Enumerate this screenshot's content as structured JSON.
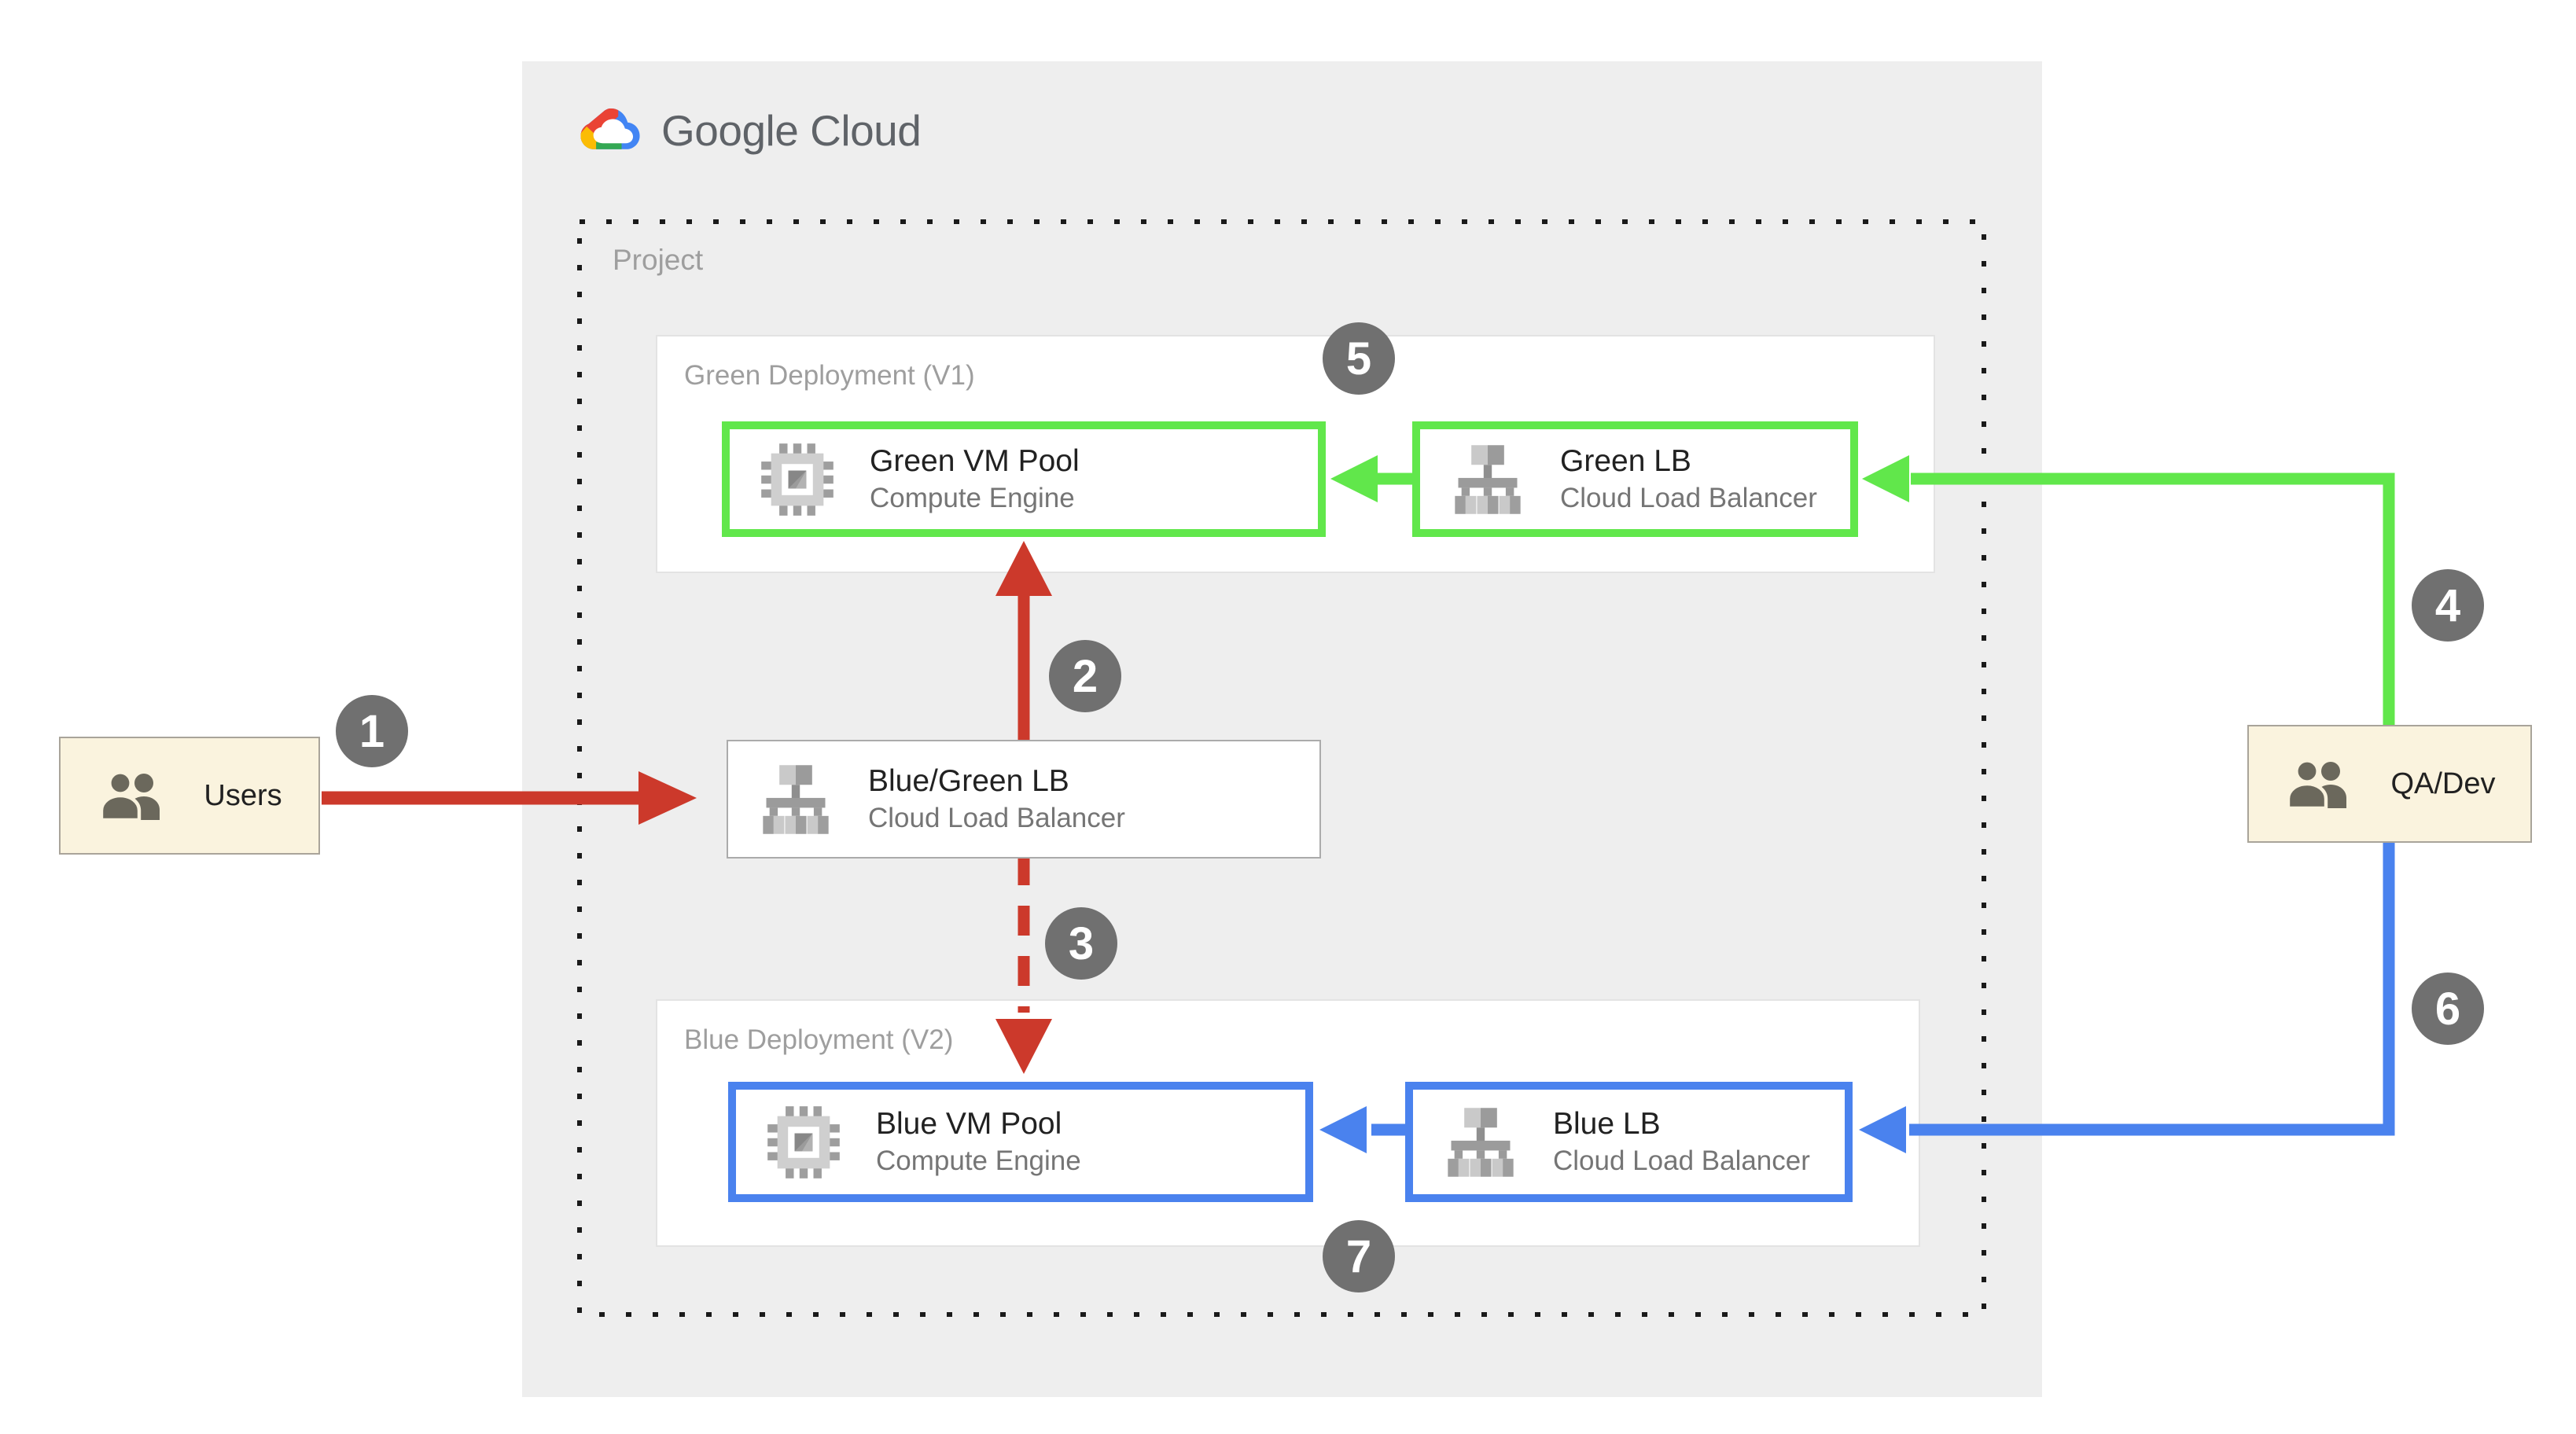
{
  "brand": {
    "logo_text": "Google Cloud",
    "logo_icon": "google-cloud-logo"
  },
  "project": {
    "label": "Project"
  },
  "groups": {
    "green": {
      "label": "Green Deployment (V1)"
    },
    "blue": {
      "label": "Blue Deployment (V2)"
    }
  },
  "nodes": {
    "green_vm": {
      "title": "Green VM Pool",
      "subtitle": "Compute Engine",
      "icon": "compute-engine-icon"
    },
    "green_lb": {
      "title": "Green LB",
      "subtitle": "Cloud Load Balancer",
      "icon": "load-balancer-icon"
    },
    "bluegreen_lb": {
      "title": "Blue/Green LB",
      "subtitle": "Cloud Load Balancer",
      "icon": "load-balancer-icon"
    },
    "blue_vm": {
      "title": "Blue VM Pool",
      "subtitle": "Compute Engine",
      "icon": "compute-engine-icon"
    },
    "blue_lb": {
      "title": "Blue LB",
      "subtitle": "Cloud Load Balancer",
      "icon": "load-balancer-icon"
    }
  },
  "actors": {
    "users": {
      "label": "Users",
      "icon": "people-icon"
    },
    "qa_dev": {
      "label": "QA/Dev",
      "icon": "people-icon"
    }
  },
  "badges": [
    "1",
    "2",
    "3",
    "4",
    "5",
    "6",
    "7"
  ],
  "edges": [
    {
      "from": "users",
      "to": "bluegreen_lb",
      "style": "solid",
      "color": "red",
      "badge": "1"
    },
    {
      "from": "bluegreen_lb",
      "to": "green_vm",
      "style": "solid",
      "color": "red",
      "badge": "2"
    },
    {
      "from": "bluegreen_lb",
      "to": "blue_vm",
      "style": "dashed",
      "color": "red",
      "badge": "3"
    },
    {
      "from": "qa_dev",
      "to": "green_lb",
      "style": "solid",
      "color": "green",
      "badge": "4"
    },
    {
      "from": "green_lb",
      "to": "green_vm",
      "style": "solid",
      "color": "green",
      "badge": "5"
    },
    {
      "from": "qa_dev",
      "to": "blue_lb",
      "style": "solid",
      "color": "blue",
      "badge": "6"
    },
    {
      "from": "blue_lb",
      "to": "blue_vm",
      "style": "solid",
      "color": "blue",
      "badge": "7"
    }
  ],
  "colors": {
    "red": "#CC392B",
    "green": "#61E74B",
    "blue": "#4A82EE",
    "badge": "#707070",
    "panel": "#EEEEEE",
    "cream": "#FAF3DE",
    "label": "#9E9E9E",
    "title": "#212121",
    "subtitle": "#757575",
    "wordmark": "#5F6368",
    "dot": "#1A1A1A"
  }
}
